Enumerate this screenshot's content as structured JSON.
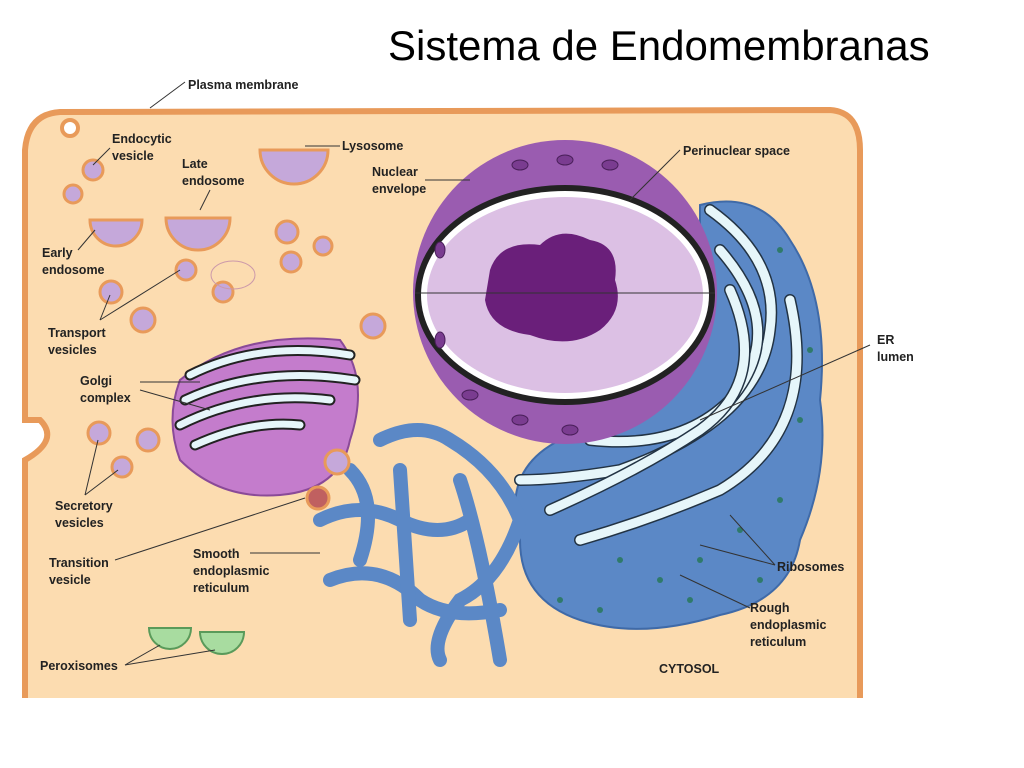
{
  "title": "Sistema de Endomembranas",
  "labels": {
    "plasma_membrane": [
      "Plasma membrane"
    ],
    "endocytic_vesicle": [
      "Endocytic",
      "vesicle"
    ],
    "late_endosome": [
      "Late",
      "endosome"
    ],
    "lysosome": [
      "Lysosome"
    ],
    "nuclear_envelope": [
      "Nuclear",
      "envelope"
    ],
    "perinuclear_space": [
      "Perinuclear space"
    ],
    "early_endosome": [
      "Early",
      "endosome"
    ],
    "transport_vesicles": [
      "Transport",
      "vesicles"
    ],
    "golgi_complex": [
      "Golgi",
      "complex"
    ],
    "er_lumen": [
      "ER",
      "lumen"
    ],
    "secretory_vesicles": [
      "Secretory",
      "vesicles"
    ],
    "transition_vesicle": [
      "Transition",
      "vesicle"
    ],
    "smooth_er": [
      "Smooth",
      "endoplasmic",
      "reticulum"
    ],
    "ribosomes": [
      "Ribosomes"
    ],
    "rough_er": [
      "Rough",
      "endoplasmic",
      "reticulum"
    ],
    "peroxisomes": [
      "Peroxisomes"
    ],
    "cytosol": [
      "CYTOSOL"
    ]
  },
  "colors": {
    "cytoplasm": "#fcdcb0",
    "membrane": "#e89a5a",
    "nucleus": "#9a5cb0",
    "nucleoplasm": "#dcc0e4",
    "nucleolus": "#6a1f7a",
    "er": "#5b88c6",
    "golgi": "#c47ccc",
    "peroxisome": "#a8dca0"
  }
}
